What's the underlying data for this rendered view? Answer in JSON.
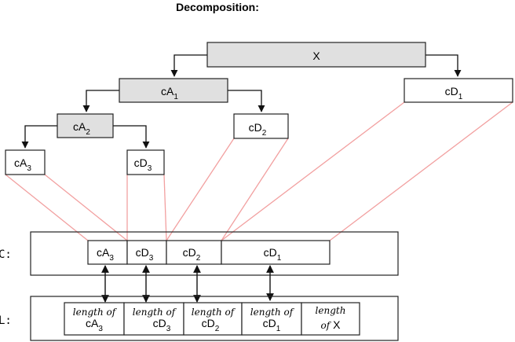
{
  "diagram": {
    "title": "Decomposition:",
    "tree": {
      "root": {
        "label": "X",
        "sub": ""
      },
      "level1": [
        {
          "label": "cA",
          "sub": "1"
        },
        {
          "label": "cD",
          "sub": "1"
        }
      ],
      "level2": [
        {
          "label": "cA",
          "sub": "2"
        },
        {
          "label": "cD",
          "sub": "2"
        }
      ],
      "level3": [
        {
          "label": "cA",
          "sub": "3"
        },
        {
          "label": "cD",
          "sub": "3"
        }
      ]
    },
    "c_vector": {
      "row_label": "C:",
      "cells": [
        {
          "label": "cA",
          "sub": "3"
        },
        {
          "label": "cD",
          "sub": "3"
        },
        {
          "label": "cD",
          "sub": "2"
        },
        {
          "label": "cD",
          "sub": "1"
        }
      ]
    },
    "l_vector": {
      "row_label": "L:",
      "cells": [
        {
          "line1": "length of",
          "label": "cA",
          "sub": "3"
        },
        {
          "line1": "length of",
          "label": "cD",
          "sub": "3"
        },
        {
          "line1": "length of",
          "label": "cD",
          "sub": "2"
        },
        {
          "line1": "length of",
          "label": "cD",
          "sub": "1"
        },
        {
          "line1": "length",
          "line2_prefix": "of",
          "label": "X",
          "sub": ""
        }
      ]
    },
    "colors": {
      "shaded_box": "#e0e0e0",
      "box_stroke": "#222222",
      "projection_line": "#f2a0a0",
      "arrow": "#111111"
    }
  }
}
